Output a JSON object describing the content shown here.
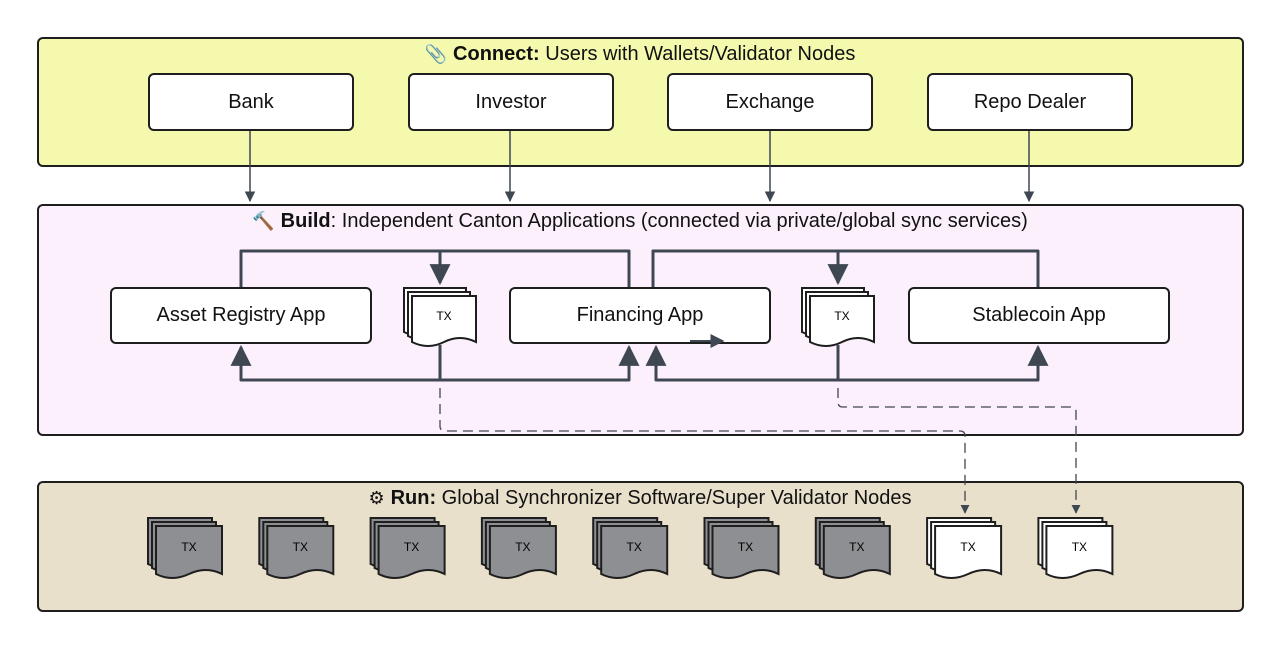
{
  "connect": {
    "title_bold": "Connect:",
    "title_rest": " Users with Wallets/Validator Nodes",
    "icon": "paperclip-icon"
  },
  "users": [
    "Bank",
    "Investor",
    "Exchange",
    "Repo Dealer"
  ],
  "build": {
    "title_bold": "Build",
    "title_rest": ": Independent Canton Applications (connected via private/global sync services)",
    "icon": "hammer-icon"
  },
  "apps": [
    "Asset Registry App",
    "Financing App",
    "Stablecoin App"
  ],
  "tx_label": "TX",
  "run": {
    "title_bold": "Run:",
    "title_rest": " Global Synchronizer Software/Super Validator Nodes",
    "icon": "gear-icon"
  },
  "run_tx": {
    "label": "TX",
    "synced_count": 7,
    "new_count": 2
  },
  "colors": {
    "connect_band": "#f4f9ad",
    "build_band": "#fbf0fc",
    "run_band": "#e9e0cb",
    "tx_synced_fill": "#8e8f93",
    "tx_new_fill": "#ffffff",
    "arrow": "#3f4752"
  }
}
